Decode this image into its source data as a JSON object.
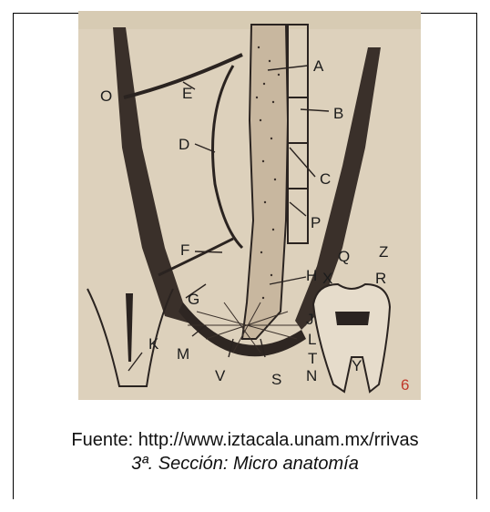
{
  "figure": {
    "labels": [
      "A",
      "B",
      "C",
      "D",
      "E",
      "F",
      "G",
      "H",
      "K",
      "M",
      "V",
      "S",
      "O",
      "P",
      "Q",
      "Z",
      "X",
      "R",
      "J",
      "L",
      "T",
      "Y",
      "N"
    ],
    "corner_mark": "6",
    "colors": {
      "paper": "#ddd1bc",
      "ink": "#2a2320",
      "pulp": "#bfae96",
      "accent": "#c0392b"
    }
  },
  "caption": {
    "source": "Fuente: http://www.iztacala.unam.mx/rrivas",
    "section": "3ª. Sección: Micro anatomía"
  }
}
